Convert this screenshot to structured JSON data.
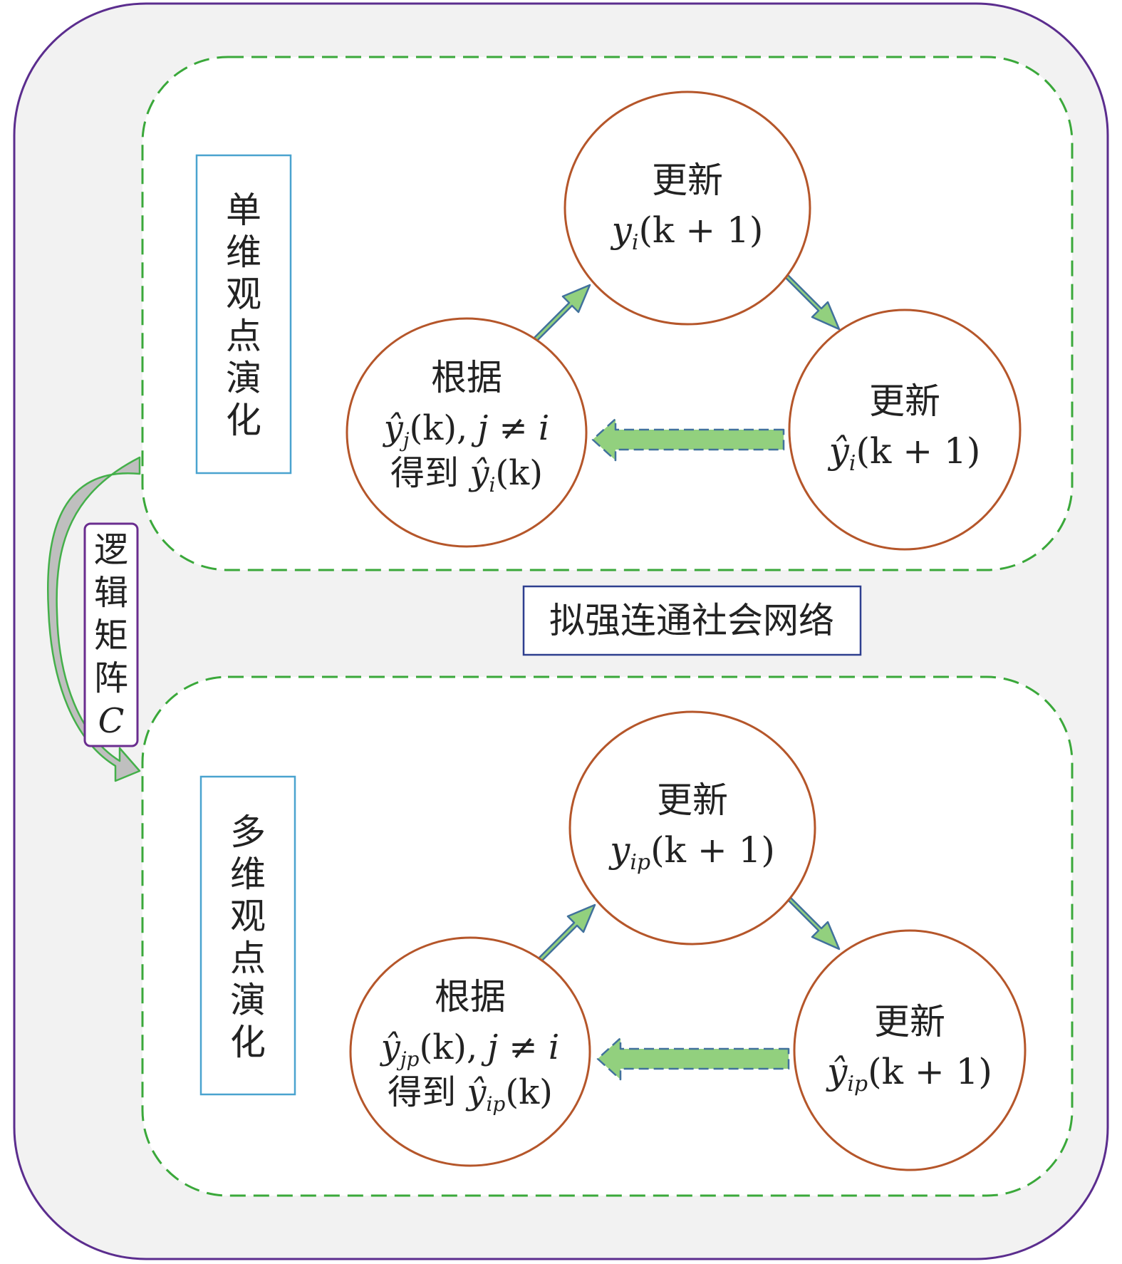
{
  "network_label": "拟强连通社会网络",
  "logic_matrix_label": {
    "chars": [
      "逻",
      "辑",
      "矩",
      "阵"
    ],
    "symbol": "C"
  },
  "panels": [
    {
      "title_chars": [
        "单",
        "维",
        "观",
        "点",
        "演",
        "化"
      ],
      "nodes": {
        "top": {
          "title": "更新",
          "var": "y",
          "sub": "i",
          "hat": false,
          "args": "(k + 1)"
        },
        "right": {
          "title": "更新",
          "var": "ŷ",
          "sub": "i",
          "hat": true,
          "args": "(k + 1)"
        },
        "left": {
          "title": "根据",
          "line2": {
            "var": "ŷ",
            "sub": "j",
            "args": "(k),",
            "tail": "j ≠  i"
          },
          "line3": {
            "prefix": "得到 ",
            "var": "ŷ",
            "sub": "i",
            "args": "(k)"
          }
        }
      }
    },
    {
      "title_chars": [
        "多",
        "维",
        "观",
        "点",
        "演",
        "化"
      ],
      "nodes": {
        "top": {
          "title": "更新",
          "var": "y",
          "sub": "ip",
          "hat": false,
          "args": "(k + 1)"
        },
        "right": {
          "title": "更新",
          "var": "ŷ",
          "sub": "ip",
          "hat": true,
          "args": "(k + 1)"
        },
        "left": {
          "title": "根据",
          "line2": {
            "var": "ŷ",
            "sub": "jp",
            "args": "(k),",
            "tail": "j ≠  i"
          },
          "line3": {
            "prefix": "得到 ",
            "var": "ŷ",
            "sub": "ip",
            "args": "(k)"
          }
        }
      }
    }
  ],
  "colors": {
    "outer_border": "#5b2d8e",
    "outer_fill": "#f2f2f2",
    "dashed_border": "#3aa83a",
    "node_border": "#b5562a",
    "label_box_border": "#4aa3cf",
    "network_box_border": "#2e3f8f",
    "matrix_box_border": "#6a2d8f",
    "arrow_fill": "#92d07e",
    "arrow_stroke": "#41719c",
    "curve_fill": "#bfbfbf",
    "curve_stroke": "#44b04a"
  }
}
